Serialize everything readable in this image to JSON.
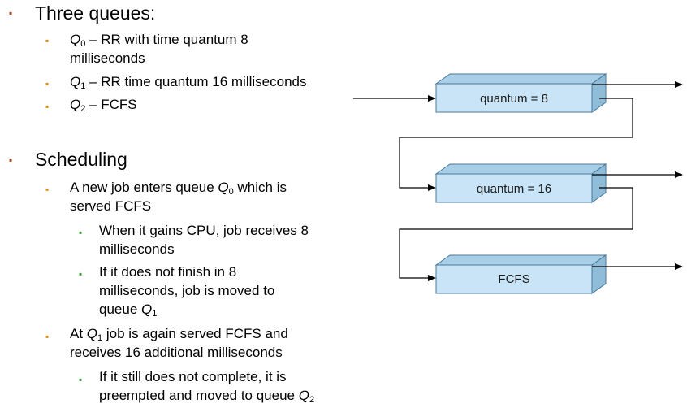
{
  "text": {
    "heading1": "Three queues:",
    "q0": {
      "sym": "Q",
      "sub": "0",
      "rest": " – RR with time quantum 8 milliseconds"
    },
    "q1": {
      "sym": "Q",
      "sub": "1",
      "rest": " – RR time quantum 16 milliseconds"
    },
    "q2": {
      "sym": "Q",
      "sub": "2",
      "rest": " – FCFS"
    },
    "heading2": "Scheduling",
    "s1": {
      "pre": "A new job enters queue ",
      "sym": "Q",
      "sub": "0",
      "post": " which is served FCFS"
    },
    "s1a": "When it gains CPU, job receives 8 milliseconds",
    "s1b": {
      "pre": "If it does not finish in 8 milliseconds, job is moved to queue ",
      "sym": "Q",
      "sub": "1"
    },
    "s2": {
      "pre": "At ",
      "sym": "Q",
      "sub": "1",
      "post": " job is again served FCFS and receives 16 additional milliseconds"
    },
    "s2a": {
      "pre": "If it still does not complete, it is preempted and moved to queue ",
      "sym": "Q",
      "sub": "2"
    }
  },
  "diagram": {
    "queues": [
      "quantum = 8",
      "quantum = 16",
      "FCFS"
    ],
    "colors": {
      "box_front": "#c8e4f6",
      "box_top": "#a9cfe8",
      "box_side": "#8fbcd8",
      "edge": "#4a7a9a",
      "arrow": "#000000"
    }
  }
}
